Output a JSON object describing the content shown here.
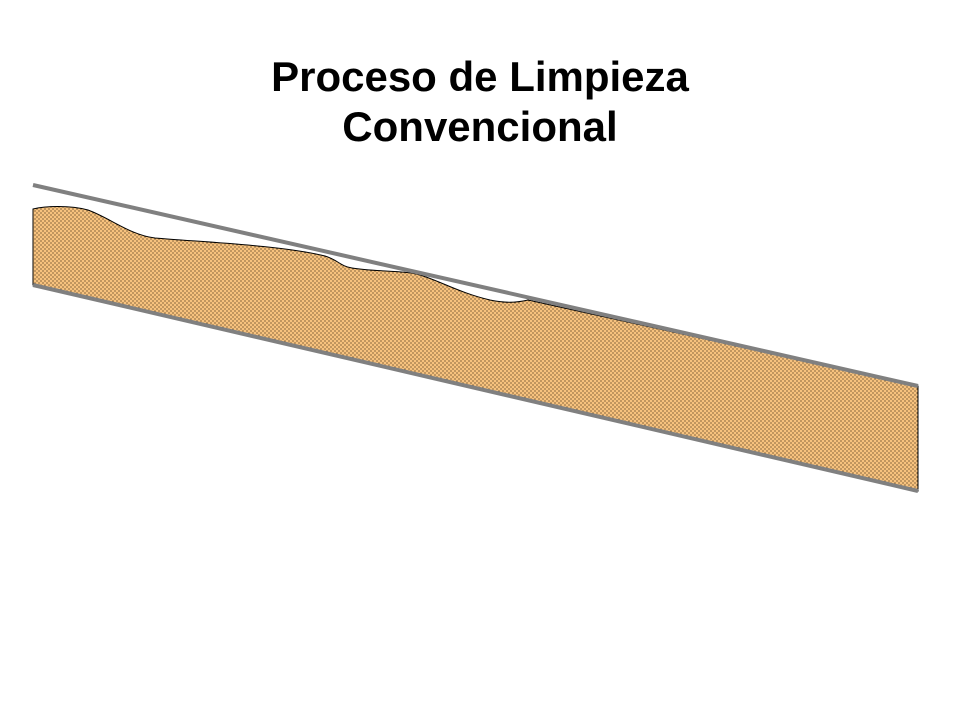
{
  "slide": {
    "title_line1": "Proceso de Limpieza",
    "title_line2": "Convencional"
  },
  "diagram": {
    "components": [
      "pipe-wall-top",
      "pipe-wall-bottom",
      "deposit-sand-layer"
    ],
    "colors": {
      "pipe_wall": "#808080",
      "sand_fill": "#F7C27E",
      "sand_dots": "#3a2a10",
      "outline": "#000000"
    }
  }
}
